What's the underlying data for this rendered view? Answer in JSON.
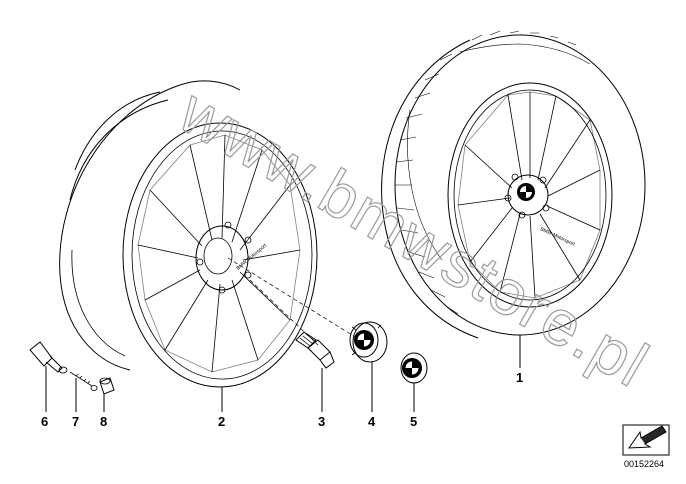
{
  "watermark": "www.bmwstore.pl",
  "document_number": "00152264",
  "rim_marking": "BMW Motorsport",
  "callouts": [
    {
      "id": "1",
      "part": "complete-wheel-with-tire"
    },
    {
      "id": "2",
      "part": "light-alloy-rim"
    },
    {
      "id": "3",
      "part": "wheel-bolt"
    },
    {
      "id": "4",
      "part": "hub-cap"
    },
    {
      "id": "5",
      "part": "emblem"
    },
    {
      "id": "6",
      "part": "tire-valve"
    },
    {
      "id": "7",
      "part": "valve-insert"
    },
    {
      "id": "8",
      "part": "valve-cap"
    }
  ],
  "icons": {
    "nav": "arrow-down-left-icon",
    "badge": "roundel-icon"
  }
}
